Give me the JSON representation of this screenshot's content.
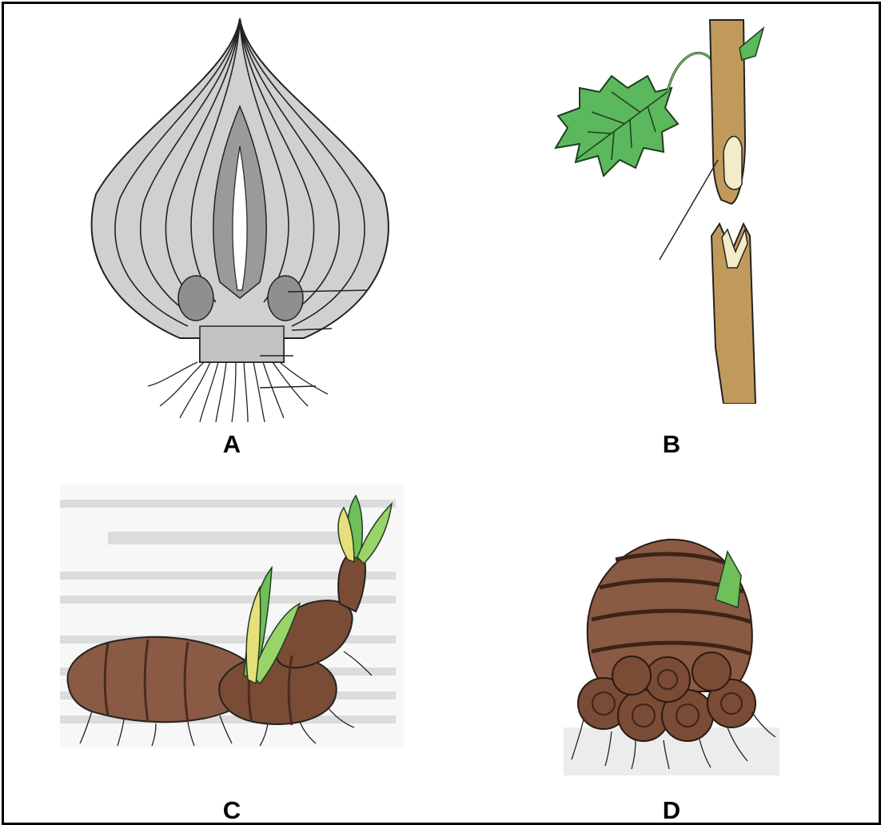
{
  "figure": {
    "panels": [
      {
        "label": "A",
        "subject": "bulb-cross-section"
      },
      {
        "label": "B",
        "subject": "stem-graft"
      },
      {
        "label": "C",
        "subject": "rhizome"
      },
      {
        "label": "D",
        "subject": "corm"
      }
    ]
  },
  "colors": {
    "border": "#000000",
    "bulb_gray": "#c9c9c9",
    "leaf_green": "#4caf50",
    "stem_tan": "#b08a4e",
    "tuber_brown": "#7a4b35"
  }
}
